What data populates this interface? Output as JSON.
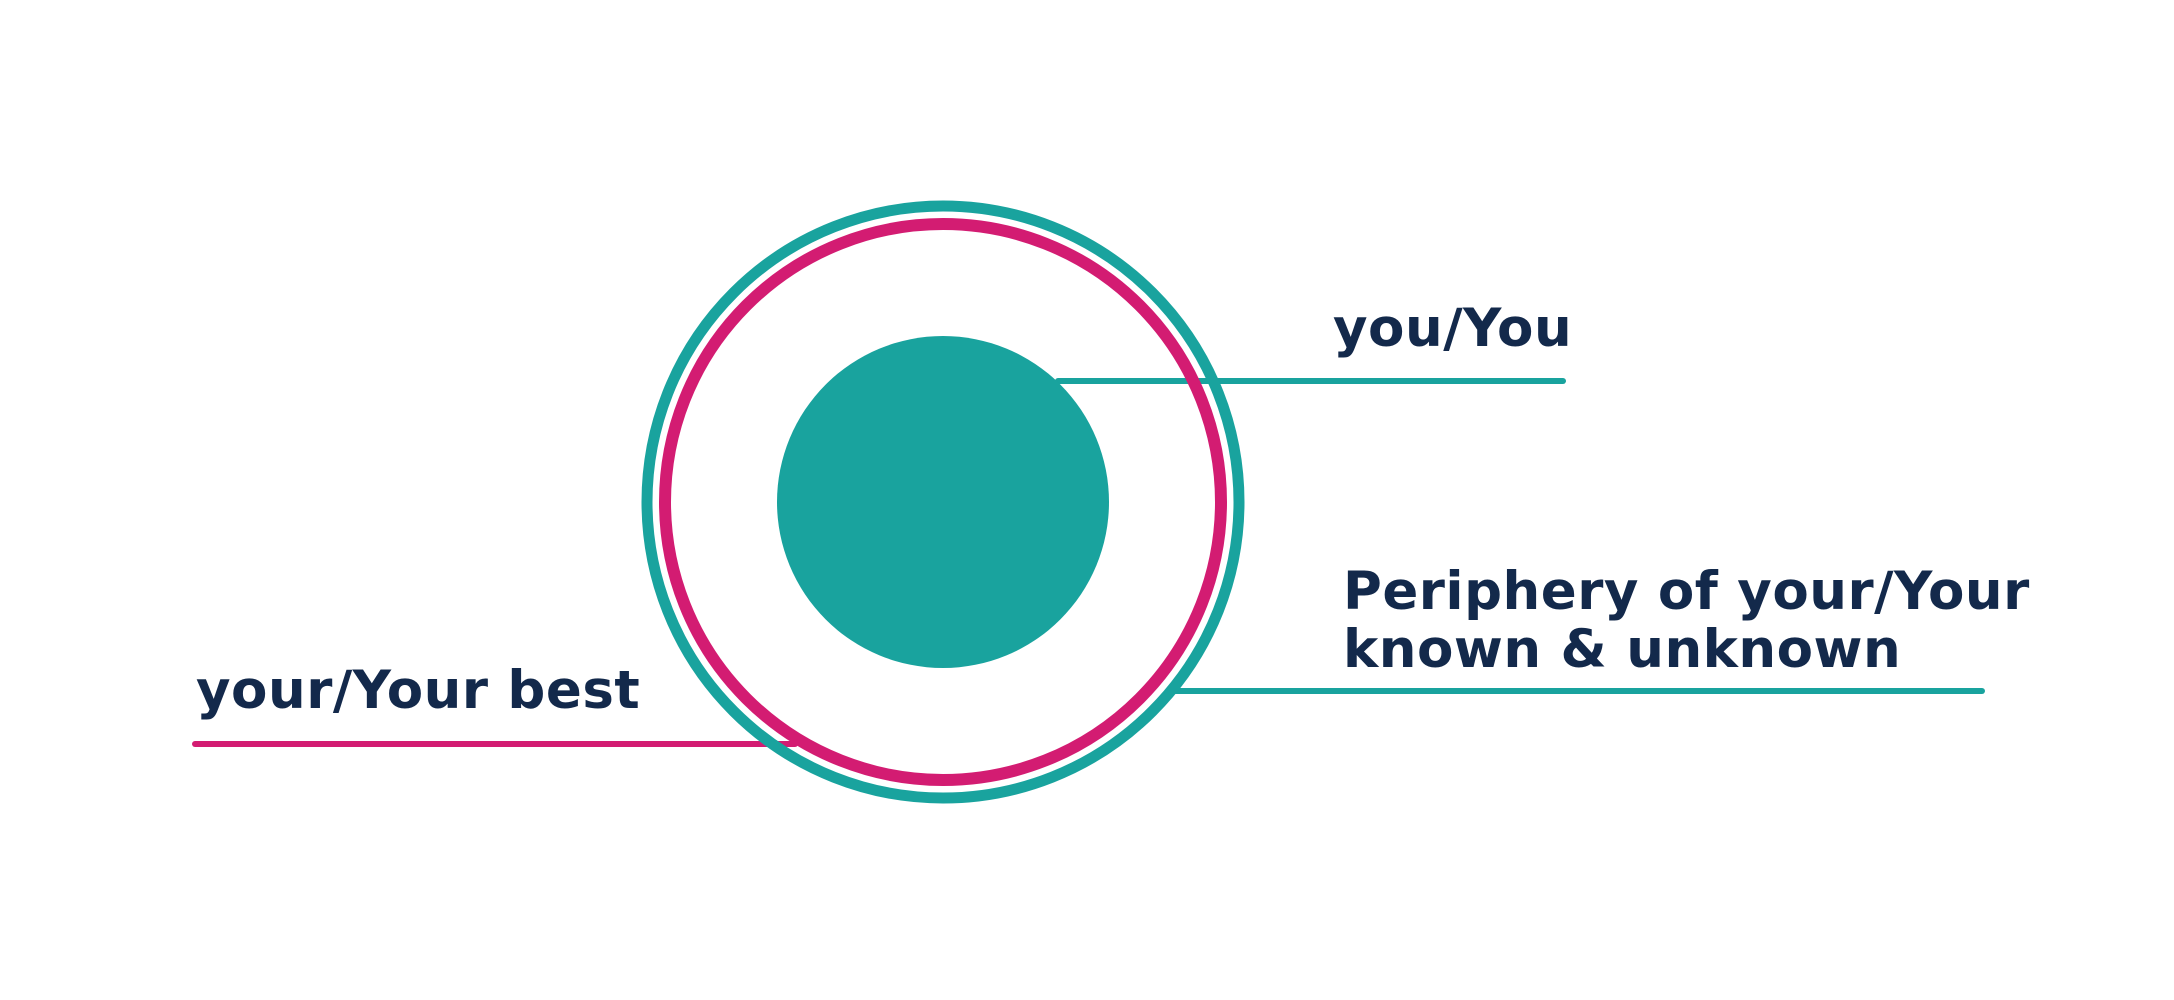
{
  "colors": {
    "teal": "#19a39e",
    "magenta": "#d31c72",
    "text": "#13294b",
    "background": "#ffffff"
  },
  "labels": {
    "you": "you/You",
    "periphery_line1": "Periphery of your/Your",
    "periphery_line2": "known & unknown",
    "best": "your/Your best"
  }
}
